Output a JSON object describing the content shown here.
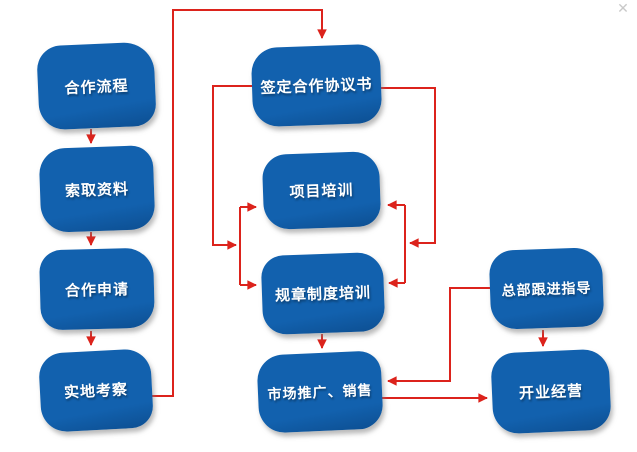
{
  "colors": {
    "node_fill": "#1261ae",
    "node_fill_dark": "#0d4f92",
    "node_text": "#ffffff",
    "arrow": "#dc231c",
    "close_icon": "#c9c9c9",
    "page_bg": "#ffffff"
  },
  "icons": {
    "close": "✕"
  },
  "nodes": [
    {
      "id": "hezuo-liucheng",
      "label": "合作流程"
    },
    {
      "id": "suoqu-ziliao",
      "label": "索取资料"
    },
    {
      "id": "hezuo-shenqing",
      "label": "合作申请"
    },
    {
      "id": "shidi-kaocha",
      "label": "实地考察"
    },
    {
      "id": "qianding-xieyi",
      "label": "签定合作协议书"
    },
    {
      "id": "xiangmu-peixun",
      "label": "项目培训"
    },
    {
      "id": "guizhang-peixun",
      "label": "规章制度培训"
    },
    {
      "id": "shichang-xiaoshou",
      "label": "市场推广、销售"
    },
    {
      "id": "zongbu-zhidao",
      "label": "总部跟进指导"
    },
    {
      "id": "kaiye-jingying",
      "label": "开业经营"
    }
  ],
  "edges": [
    {
      "from": "合作流程",
      "to": "索取资料"
    },
    {
      "from": "索取资料",
      "to": "合作申请"
    },
    {
      "from": "合作申请",
      "to": "实地考察"
    },
    {
      "from": "实地考察",
      "to": "签定合作协议书"
    },
    {
      "from": "签定合作协议书",
      "to": "项目培训"
    },
    {
      "from": "签定合作协议书",
      "to": "规章制度培训"
    },
    {
      "from": "规章制度培训",
      "to": "市场推广、销售"
    },
    {
      "from": "总部跟进指导",
      "to": "市场推广、销售"
    },
    {
      "from": "市场推广、销售",
      "to": "开业经营"
    },
    {
      "from": "总部跟进指导",
      "to": "开业经营"
    }
  ]
}
